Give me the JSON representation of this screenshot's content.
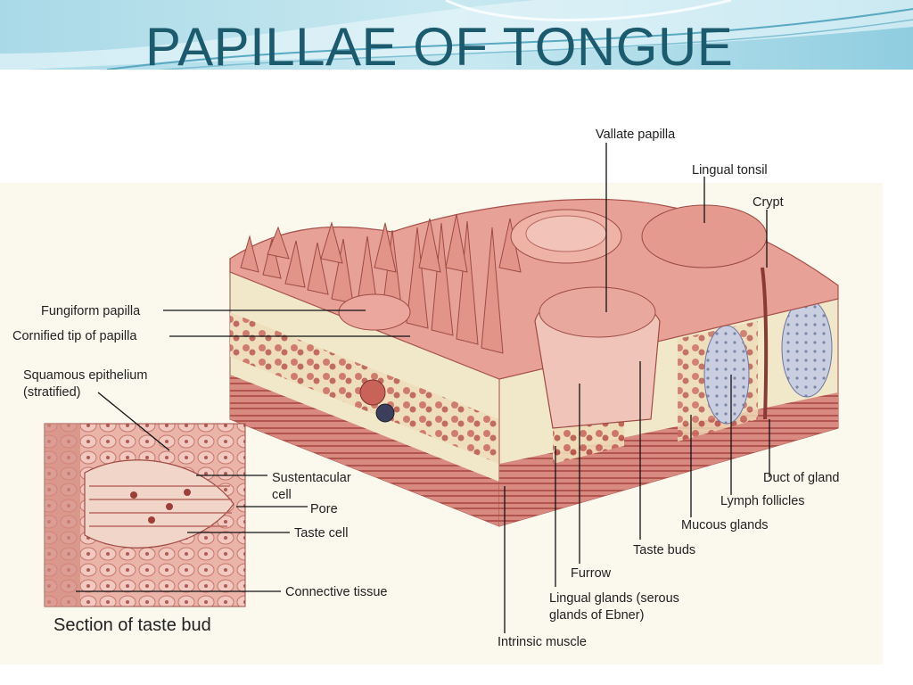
{
  "title": "PAPILLAE OF TONGUE",
  "labels": {
    "vallate_papilla": "Vallate papilla",
    "lingual_tonsil": "Lingual tonsil",
    "crypt": "Crypt",
    "fungiform_papilla": "Fungiform papilla",
    "cornified_tip": "Cornified tip of papilla",
    "squamous_epithelium": "Squamous epithelium",
    "stratified": "(stratified)",
    "sustentacular_cell_1": "Sustentacular",
    "sustentacular_cell_2": "cell",
    "pore": "Pore",
    "taste_cell": "Taste cell",
    "connective_tissue": "Connective tissue",
    "duct_of_gland": "Duct of gland",
    "lymph_follicles": "Lymph follicles",
    "mucous_glands": "Mucous glands",
    "taste_buds": "Taste buds",
    "furrow": "Furrow",
    "lingual_glands_1": "Lingual glands (serous",
    "lingual_glands_2": "glands of Ebner)",
    "intrinsic_muscle": "Intrinsic muscle"
  },
  "caption": "Section of taste bud",
  "colors": {
    "title": "#1c5a6e",
    "banner_light": "#d7eef5",
    "banner_mid": "#9fd3e3",
    "tissue_pink": "#e9a9a0",
    "tissue_dark": "#b85c55",
    "stroma": "#f1e7c9"
  }
}
